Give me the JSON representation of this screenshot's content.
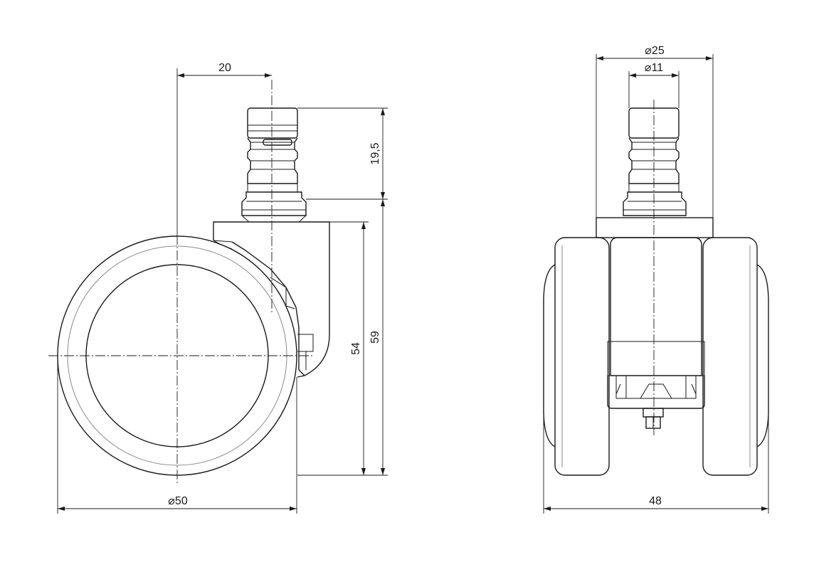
{
  "side_view": {
    "dim_offset": "20",
    "dim_stem_length": "19,5",
    "dim_height_body": "54",
    "dim_height_total": "59",
    "dim_wheel_diameter": "⌀50"
  },
  "front_view": {
    "dim_housing_diameter": "⌀25",
    "dim_stem_diameter": "⌀11",
    "dim_width": "48"
  },
  "colors": {
    "line": "#1a1a1a",
    "light_line": "#8a8a8a",
    "background": "#ffffff"
  }
}
